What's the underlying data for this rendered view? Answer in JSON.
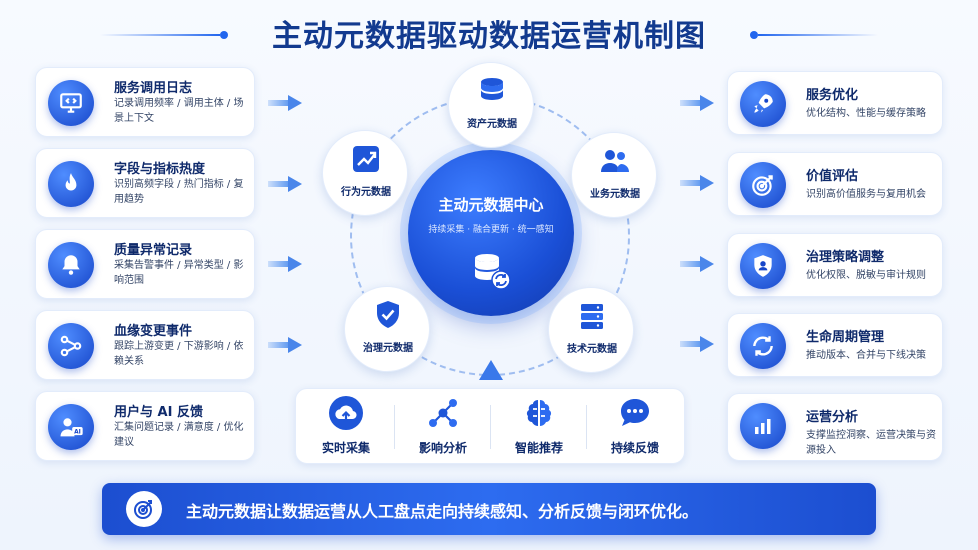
{
  "title": "主动元数据驱动数据运营机制图",
  "colors": {
    "primary": "#1a4fd6",
    "accent": "#3d7dff",
    "text": "#0f2a6b"
  },
  "left_cards": [
    {
      "icon": "monitor-code-icon",
      "title": "服务调用日志",
      "desc": "记录调用频率 / 调用主体 / 场景上下文"
    },
    {
      "icon": "flame-icon",
      "title": "字段与指标热度",
      "desc": "识别高频字段 / 热门指标 / 复用趋势"
    },
    {
      "icon": "bell-icon",
      "title": "质量异常记录",
      "desc": "采集告警事件 / 异常类型 / 影响范围"
    },
    {
      "icon": "lineage-icon",
      "title": "血缘变更事件",
      "desc": "跟踪上游变更 / 下游影响 / 依赖关系"
    },
    {
      "icon": "user-ai-icon",
      "title": "用户与 AI 反馈",
      "desc": "汇集问题记录 / 满意度 / 优化建议"
    }
  ],
  "right_cards": [
    {
      "icon": "rocket-icon",
      "title": "服务优化",
      "desc": "优化结构、性能与缓存策略"
    },
    {
      "icon": "target-icon",
      "title": "价值评估",
      "desc": "识别高价值服务与复用机会"
    },
    {
      "icon": "shield-user-icon",
      "title": "治理策略调整",
      "desc": "优化权限、脱敏与审计规则"
    },
    {
      "icon": "refresh-cycle-icon",
      "title": "生命周期管理",
      "desc": "推动版本、合并与下线决策"
    },
    {
      "icon": "bar-chart-icon",
      "title": "运营分析",
      "desc": "支撑监控洞察、运营决策与资源投入"
    }
  ],
  "center": {
    "hub_title": "主动元数据中心",
    "hub_subtitle": "持续采集 · 融合更新 · 统一感知",
    "satellites": [
      {
        "icon": "database-icon",
        "label": "资产元数据"
      },
      {
        "icon": "users-icon",
        "label": "业务元数据"
      },
      {
        "icon": "server-icon",
        "label": "技术元数据"
      },
      {
        "icon": "shield-check-icon",
        "label": "治理元数据"
      },
      {
        "icon": "trend-chart-icon",
        "label": "行为元数据"
      }
    ]
  },
  "bottom_items": [
    {
      "icon": "cloud-upload-icon",
      "label": "实时采集"
    },
    {
      "icon": "network-icon",
      "label": "影响分析"
    },
    {
      "icon": "brain-icon",
      "label": "智能推荐"
    },
    {
      "icon": "chat-icon",
      "label": "持续反馈"
    }
  ],
  "banner": "主动元数据让数据运营从人工盘点走向持续感知、分析反馈与闭环优化。"
}
